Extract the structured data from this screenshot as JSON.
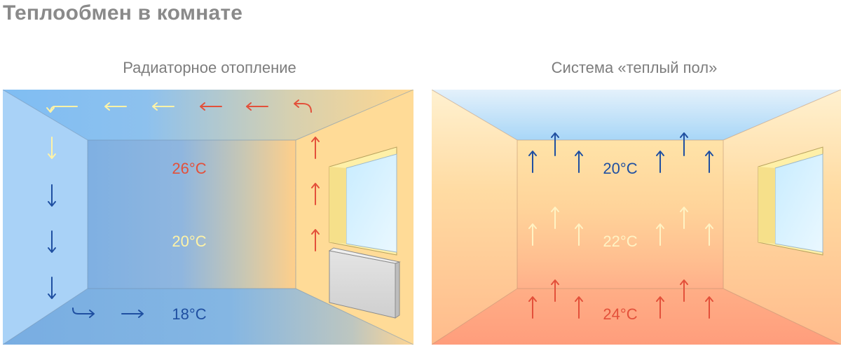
{
  "title": "Теплообмен в комнате",
  "panels": [
    {
      "title": "Радиаторное отопление",
      "temps": [
        {
          "label": "26°C",
          "color": "#e3503a"
        },
        {
          "label": "20°C",
          "color": "#fff3a6"
        },
        {
          "label": "18°C",
          "color": "#1f4fa1"
        }
      ]
    },
    {
      "title": "Система «теплый пол»",
      "temps": [
        {
          "label": "20°C",
          "color": "#1f4fa1"
        },
        {
          "label": "22°C",
          "color": "#fff3c4"
        },
        {
          "label": "24°C",
          "color": "#e3503a"
        }
      ]
    }
  ],
  "colors": {
    "hot_arrow": "#e3503a",
    "warm_arrow": "#fff3a6",
    "cold_arrow": "#1f4fa1",
    "cool_room": "#8ab8e8",
    "warm_room": "#ffd89a"
  }
}
